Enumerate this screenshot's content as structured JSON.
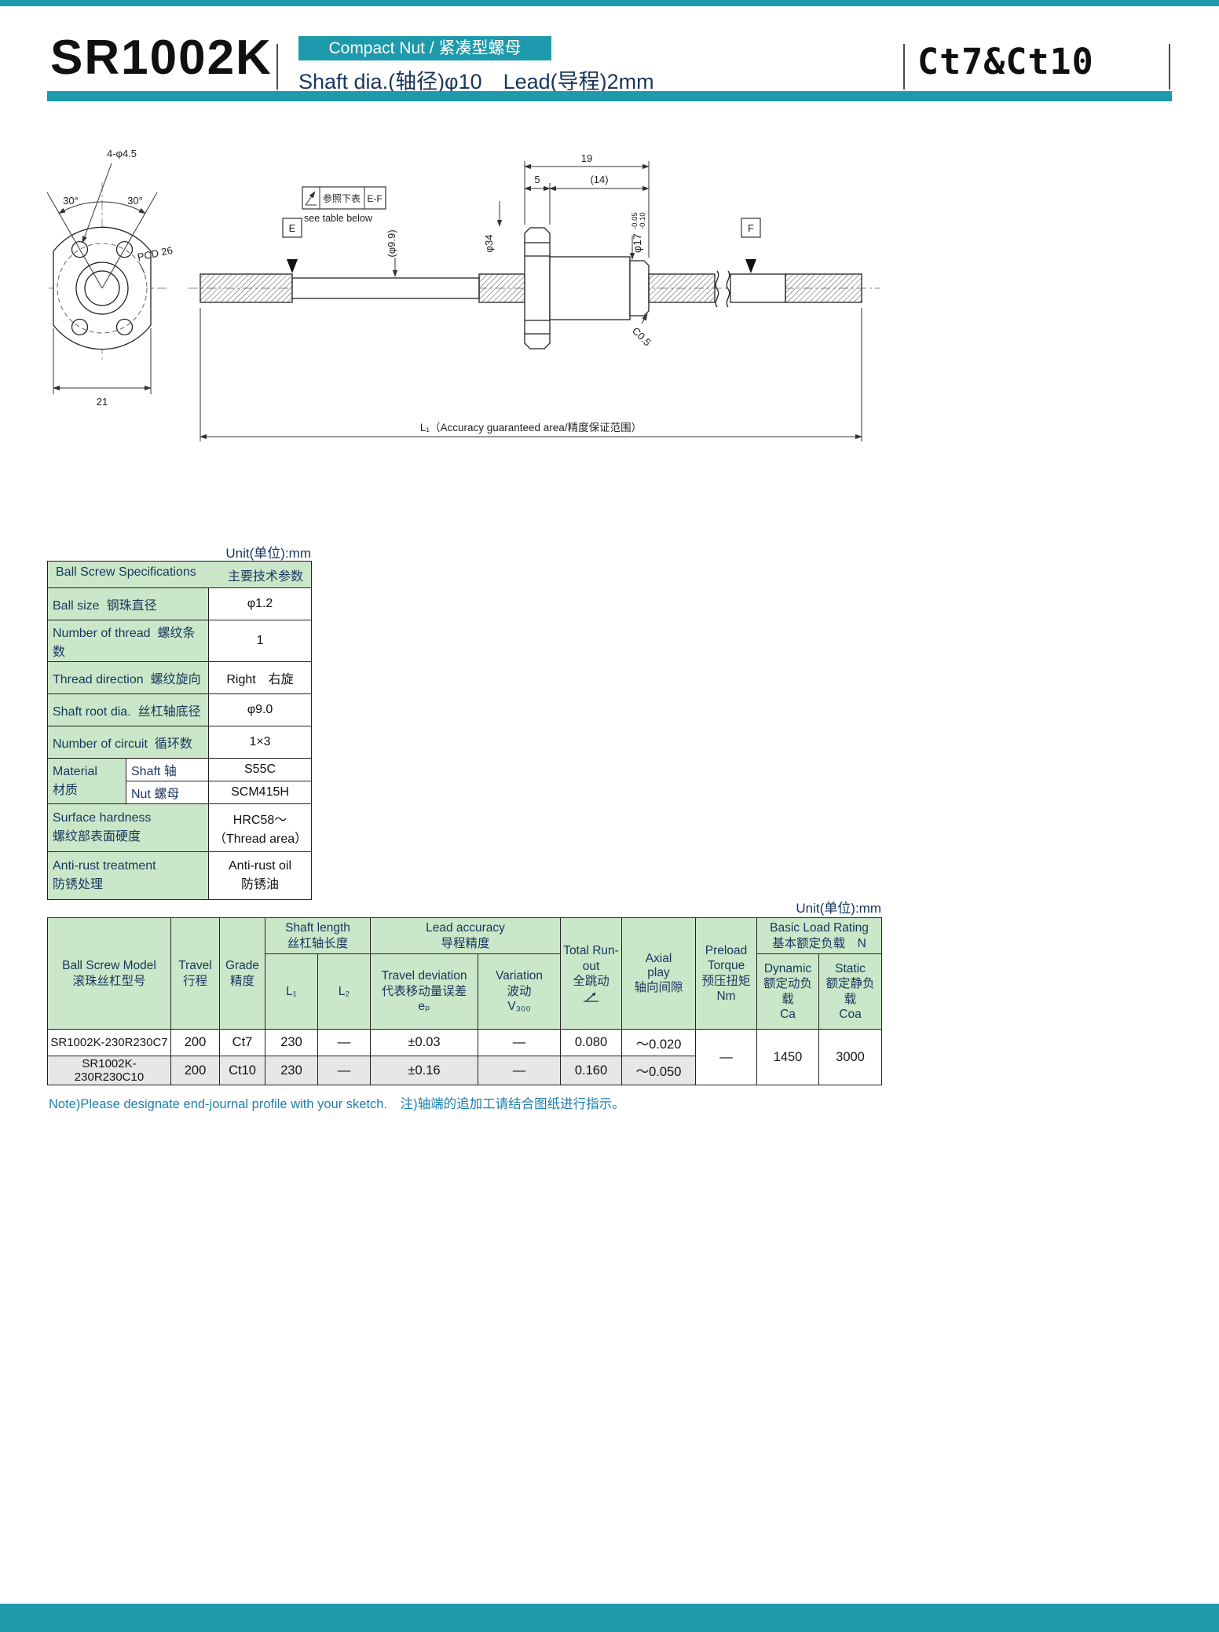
{
  "colors": {
    "accent_teal": "#1e9aad",
    "table_header_green": "#cbe7c9",
    "alt_row_grey": "#e7e7e7",
    "heading_navy": "#17365d"
  },
  "header": {
    "model": "SR1002K",
    "badge": "Compact Nut / 紧凑型螺母",
    "subtitle": "Shaft dia.(轴径)φ10　Lead(导程)2mm",
    "grade_label": "Ct7&Ct10"
  },
  "drawing": {
    "flange": {
      "holes_dim": "4-φ4.5",
      "angle_left": "30°",
      "angle_right": "30°",
      "pcd": "PCD 26",
      "across_flats": "21"
    },
    "callout": {
      "ref_text": "参照下表",
      "ref_range": "E-F",
      "see_below": "see table below",
      "mark_e": "E",
      "mark_f": "F"
    },
    "dims": {
      "nut_overall": "19",
      "flange_thickness": "5",
      "nut_body_len": "(14)",
      "root_dia": "(φ9.9)",
      "flange_dia": "φ34",
      "pilot_dia": "φ17",
      "pilot_tol_upper": "-0.05",
      "pilot_tol_lower": "-0.10",
      "chamfer": "C0.5",
      "accuracy_area": "L₁（Accuracy guaranteed area/精度保证范围）"
    }
  },
  "spec_table": {
    "unit": "Unit(单位):mm",
    "title_en": "Ball Screw Specifications",
    "title_zh": "主要技术参数",
    "rows": [
      {
        "en": "Ball size",
        "zh": "钢珠直径",
        "value": "φ1.2"
      },
      {
        "en": "Number of thread",
        "zh": "螺纹条数",
        "value": "1"
      },
      {
        "en": "Thread direction",
        "zh": "螺纹旋向",
        "value": "Right　右旋"
      },
      {
        "en": "Shaft root dia.",
        "zh": "丝杠轴底径",
        "value": "φ9.0"
      },
      {
        "en": "Number of circuit",
        "zh": "循环数",
        "value": "1×3"
      }
    ],
    "material": {
      "en": "Material",
      "zh": "材质",
      "shaft_label": "Shaft 轴",
      "shaft_value": "S55C",
      "nut_label": "Nut 螺母",
      "nut_value": "SCM415H"
    },
    "hardness": {
      "en": "Surface hardness",
      "zh": "螺纹部表面硬度",
      "value1": "HRC58～",
      "value2": "（Thread area）"
    },
    "antirust": {
      "en": "Anti-rust treatment",
      "zh": "防锈处理",
      "value1": "Anti-rust oil",
      "value2": "防锈油"
    }
  },
  "main_table": {
    "unit": "Unit(单位):mm",
    "headers": {
      "model_en": "Ball Screw Model",
      "model_zh": "滚珠丝杠型号",
      "travel_en": "Travel",
      "travel_zh": "行程",
      "grade_en": "Grade",
      "grade_zh": "精度",
      "shaft_len_en": "Shaft length",
      "shaft_len_zh": "丝杠轴长度",
      "l1": "L₁",
      "l2": "L₂",
      "lead_acc_en": "Lead accuracy",
      "lead_acc_zh": "导程精度",
      "dev_en": "Travel deviation",
      "dev_zh": "代表移动量误差",
      "dev_sym": "eₚ",
      "var_en": "Variation",
      "var_zh": "波动",
      "var_sym": "V₃₀₀",
      "runout_en": "Total Run-out",
      "runout_zh": "全跳动",
      "axial_en": "Axial play",
      "axial_zh": "轴向间隙",
      "preload_en": "Preload Torque",
      "preload_zh": "预压扭矩",
      "preload_unit": "Nm",
      "load_en": "Basic Load Rating",
      "load_zh": "基本额定负载　N",
      "dyn_en": "Dynamic",
      "dyn_zh": "额定动负载",
      "dyn_sym": "Ca",
      "stat_en": "Static",
      "stat_zh": "额定静负载",
      "stat_sym": "Coa"
    },
    "rows": [
      {
        "model": "SR1002K-230R230C7",
        "travel": "200",
        "grade": "Ct7",
        "l1": "230",
        "l2": "—",
        "dev": "±0.03",
        "var": "—",
        "runout": "0.080",
        "axial": "～0.020"
      },
      {
        "model": "SR1002K-230R230C10",
        "travel": "200",
        "grade": "Ct10",
        "l1": "230",
        "l2": "—",
        "dev": "±0.16",
        "var": "—",
        "runout": "0.160",
        "axial": "～0.050"
      }
    ],
    "merged": {
      "preload": "—",
      "dynamic": "1450",
      "static": "3000"
    }
  },
  "note": "Note)Please designate end-journal profile with your sketch.　注)轴端的追加工请结合图纸进行指示。"
}
